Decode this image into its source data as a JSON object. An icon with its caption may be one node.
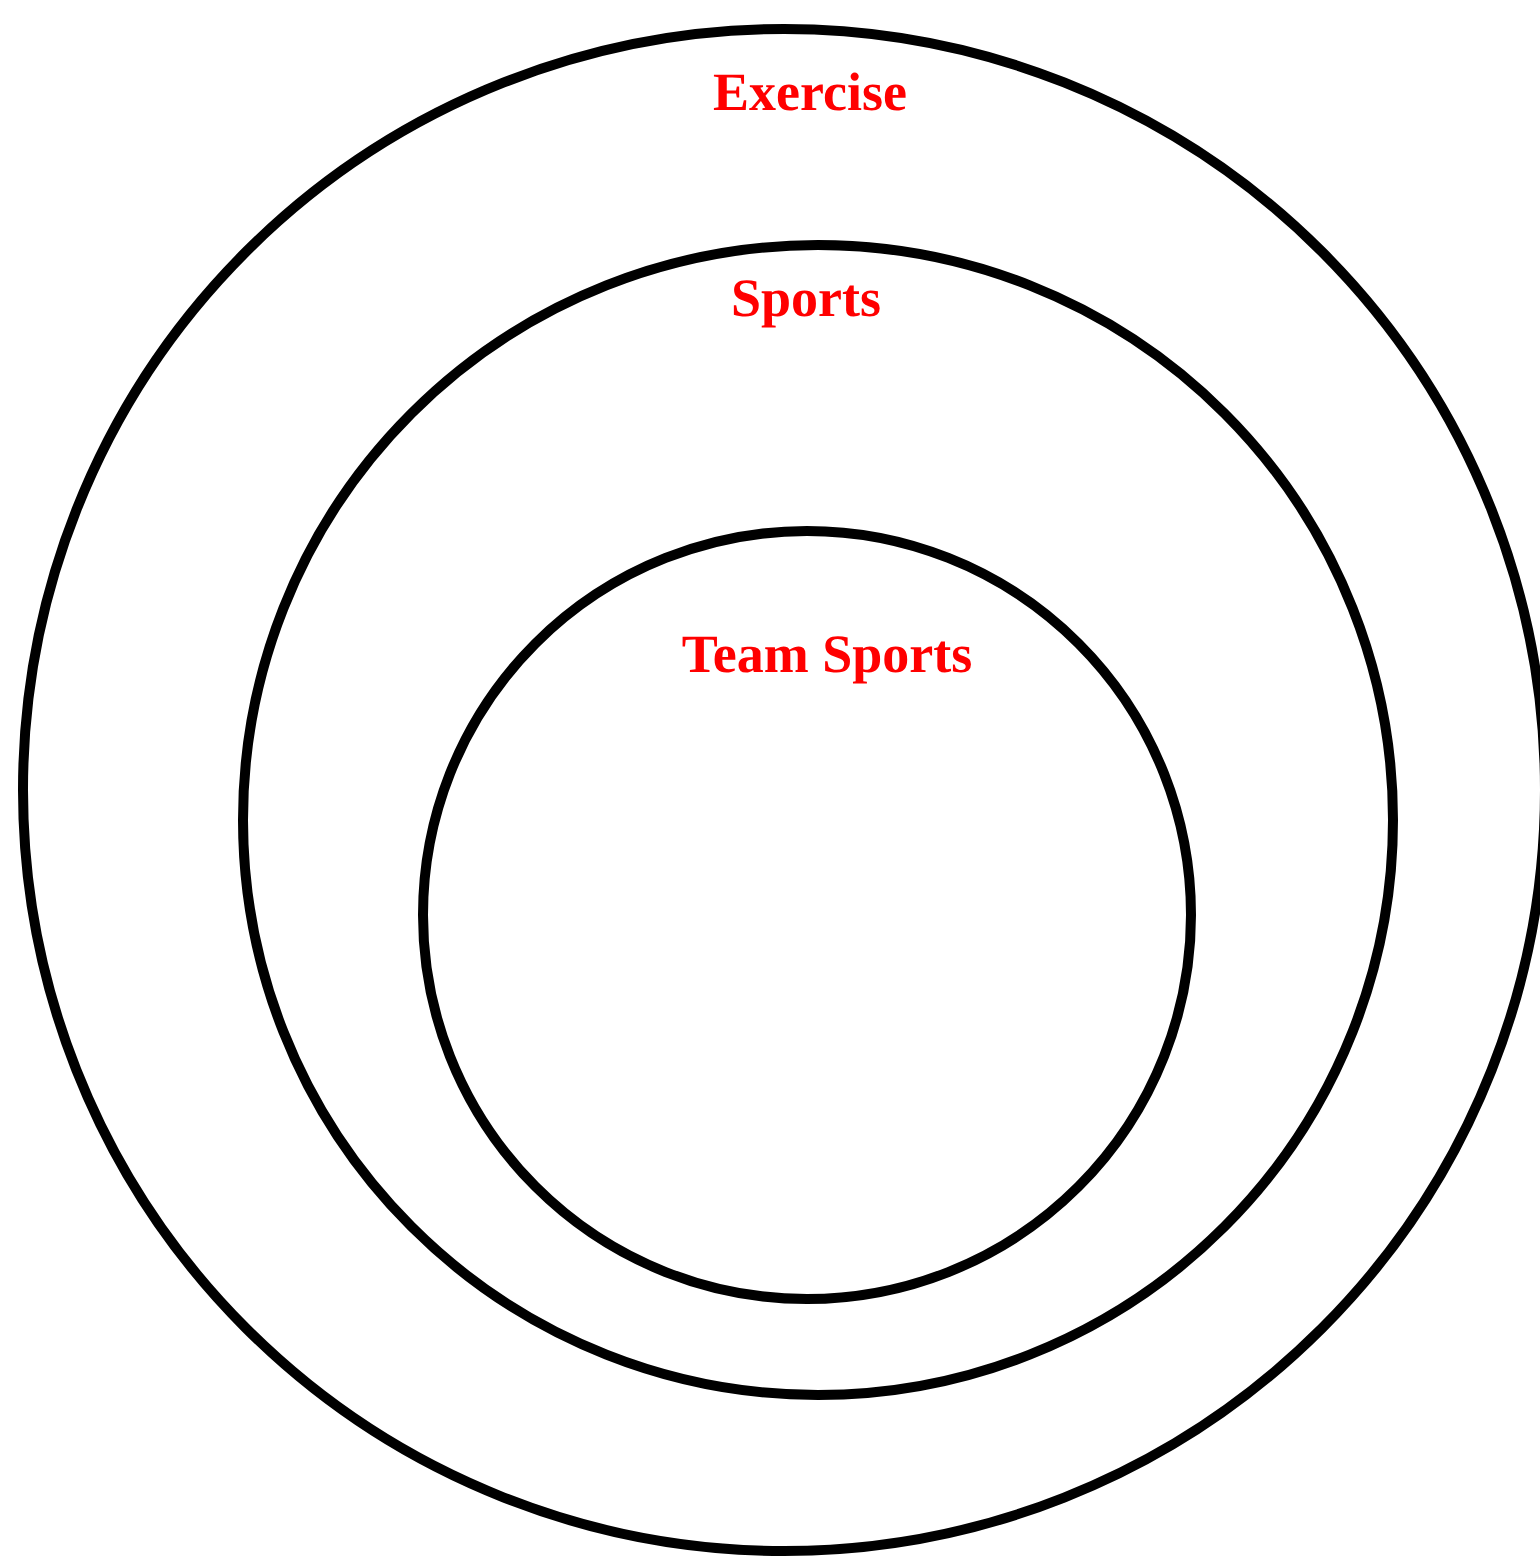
{
  "diagram": {
    "nodes": [
      {
        "text": [
          "Exercise"
        ]
      },
      {
        "text": [
          "Sports"
        ],
        "in": 0
      },
      {
        "text": [
          "Team Sports"
        ],
        "in": 1
      }
    ]
  }
}
